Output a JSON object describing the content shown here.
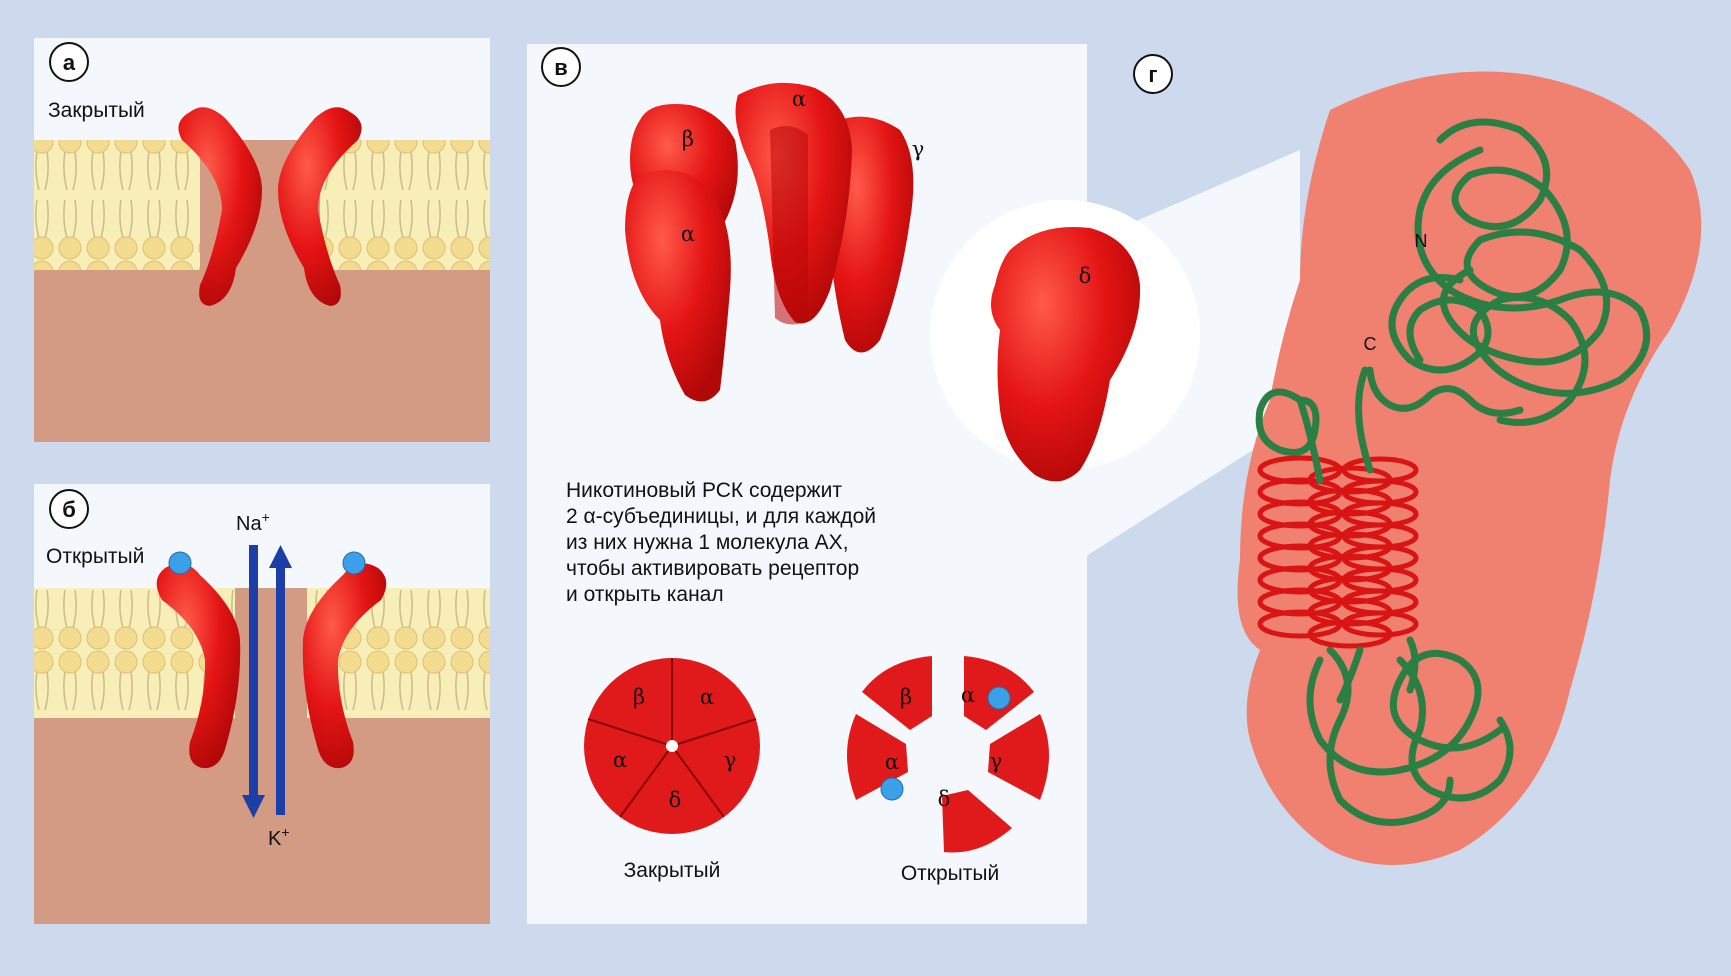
{
  "panel_a": {
    "letter": "а",
    "state": "Закрытый"
  },
  "panel_b": {
    "letter": "б",
    "state": "Открытый",
    "ion_top": "Na",
    "ion_top_sup": "+",
    "ion_bottom": "K",
    "ion_bottom_sup": "+"
  },
  "panel_c": {
    "letter": "в",
    "subunits": {
      "alpha_top": "α",
      "beta": "β",
      "gamma": "γ",
      "alpha_front": "α",
      "delta": "δ"
    },
    "caption_lines": [
      "Никотиновый РСК содержит",
      "2 α-субъединицы, и для каждой",
      "из них нужна 1 молекула АХ,",
      "чтобы активировать рецептор",
      "и открыть канал"
    ],
    "closed_ring": {
      "beta": "β",
      "alpha_top": "α",
      "gamma": "γ",
      "delta": "δ",
      "alpha_left": "α",
      "label": "Закрытый"
    },
    "open_ring": {
      "beta": "β",
      "alpha_top": "α",
      "gamma": "γ",
      "delta": "δ",
      "alpha_left": "α",
      "label": "Открытый"
    }
  },
  "panel_d": {
    "letter": "г",
    "n_terminus": "N",
    "c_terminus": "C"
  },
  "colors": {
    "background": "#cdd9ec",
    "protein_red": "#e01a1a",
    "membrane": "#f6e9a8",
    "cytoplasm": "#d39a84",
    "ion_arrow": "#1b3fa6",
    "ach_dot": "#3aa0e8",
    "chain_green": "#2f8a4a",
    "subunit_bg": "#f08070"
  }
}
